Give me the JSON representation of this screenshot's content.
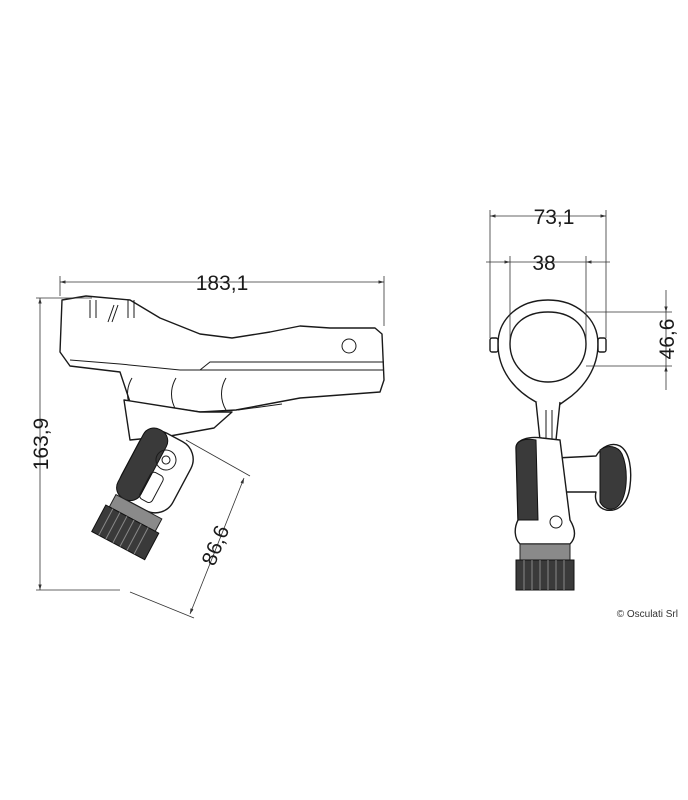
{
  "dimensions": {
    "length": "183,1",
    "height": "163,9",
    "diagonal": "86,6",
    "total_width": "73,1",
    "inner_width": "38",
    "ring_height": "46,6"
  },
  "credit": "© Osculati Srl"
}
